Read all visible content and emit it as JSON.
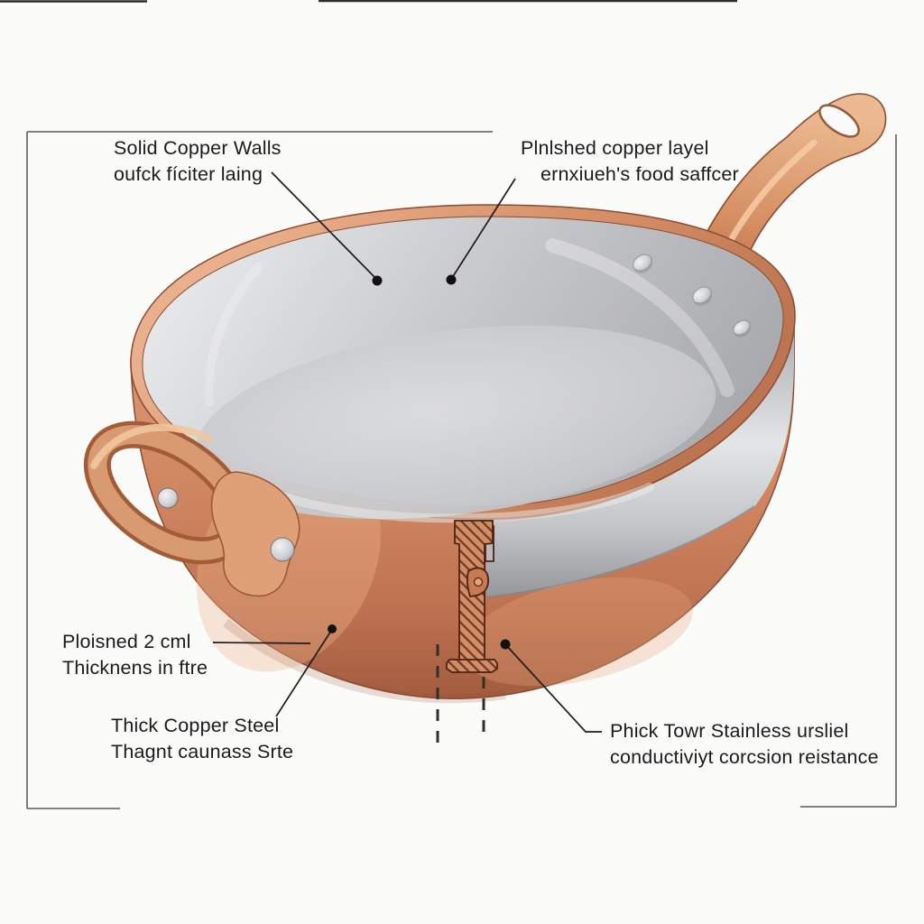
{
  "figure": {
    "title": "Copper pan annotated cutaway diagram",
    "background": "#fbfbfa",
    "colors": {
      "copper": "#cd8560",
      "copper_light": "#eab08d",
      "copper_deep": "#a35c40",
      "steel": "#c6c7ca",
      "steel_light": "#e3e4e6",
      "outline": "#8a4c32",
      "callout_line": "#1c1c1c",
      "frame_line": "#6f6f6f"
    },
    "labels": [
      {
        "id": "solid-copper-walls",
        "line1": "Solid Copper Walls",
        "line2": "oufck fíciter laing"
      },
      {
        "id": "polished-copper-layer",
        "line1": "Plnlshed copper layel",
        "line2": "ernxiueh's food saffcer"
      },
      {
        "id": "wall-thickness",
        "line1": "Ploisned 2 cml",
        "line2": "Thicknens in ftre"
      },
      {
        "id": "thick-copper-steel",
        "line1": "Thick Copper Steel",
        "line2": "Thagnt caunass Srte"
      },
      {
        "id": "stainless-layer",
        "line1": "Phick Towr Stainless ursliel",
        "line2": "conductiviyt corcsion reistance"
      }
    ]
  }
}
